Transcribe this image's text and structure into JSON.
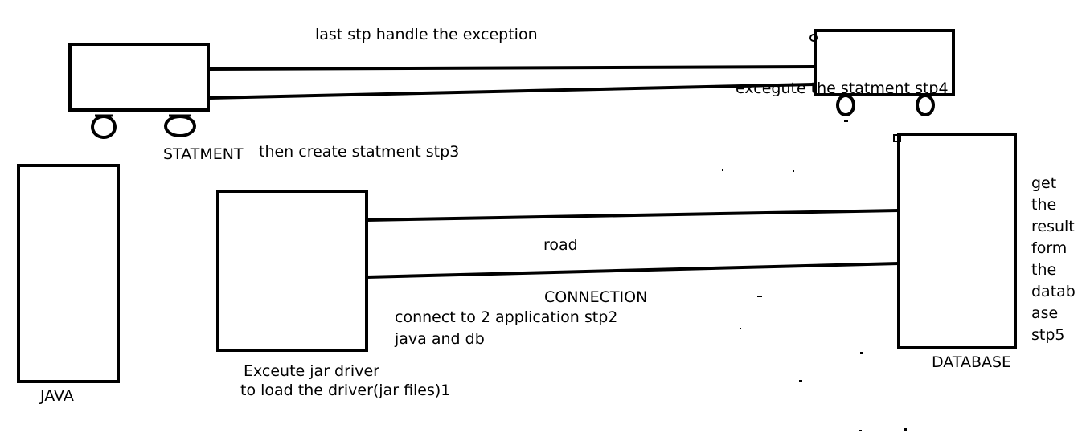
{
  "labels": {
    "step_last": "last stp handle the exception",
    "statement": "STATMENT",
    "step3": "then create statment stp3",
    "step4": "excegute the statment stp4",
    "road": "road",
    "connection": "CONNECTION",
    "step2_line1": "connect to 2 application stp2",
    "step2_line2": "java and db",
    "step1_line1": "Exceute  jar driver",
    "step1_line2": "to load the driver(jar files)1",
    "java": "JAVA",
    "database": "DATABASE",
    "step5_lines": [
      "get",
      "the",
      "result",
      "form",
      "the",
      "datab",
      "ase",
      "stp5"
    ]
  },
  "colors": {
    "stroke": "#000000",
    "background": "#ffffff"
  }
}
